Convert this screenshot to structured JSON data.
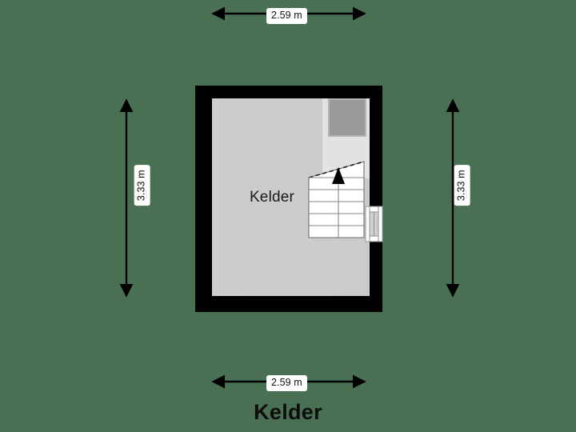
{
  "page": {
    "background_color": "#4a7053",
    "title": "Kelder"
  },
  "floorplan": {
    "room_label": "Kelder",
    "wall_color": "#000000",
    "floor_color": "#cccccc",
    "stairs_fill": "#ffffff",
    "stairs_stroke": "#808080",
    "hatch_fill": "#9a9a9a",
    "landing_fill": "#e3e3e3",
    "door_frame_color": "#8c8c8c"
  },
  "dimensions": {
    "top": {
      "value": "2.59 m",
      "orientation": "horizontal"
    },
    "bottom": {
      "value": "2.59 m",
      "orientation": "horizontal"
    },
    "left": {
      "value": "3.33 m",
      "orientation": "vertical"
    },
    "right": {
      "value": "3.33 m",
      "orientation": "vertical"
    }
  },
  "elements": {
    "stairs_name": "staircase",
    "stairs_step_count": 5,
    "direction_arrow": "up-arrow",
    "window_name": "window-opening",
    "hatch_name": "ceiling-hatch"
  }
}
